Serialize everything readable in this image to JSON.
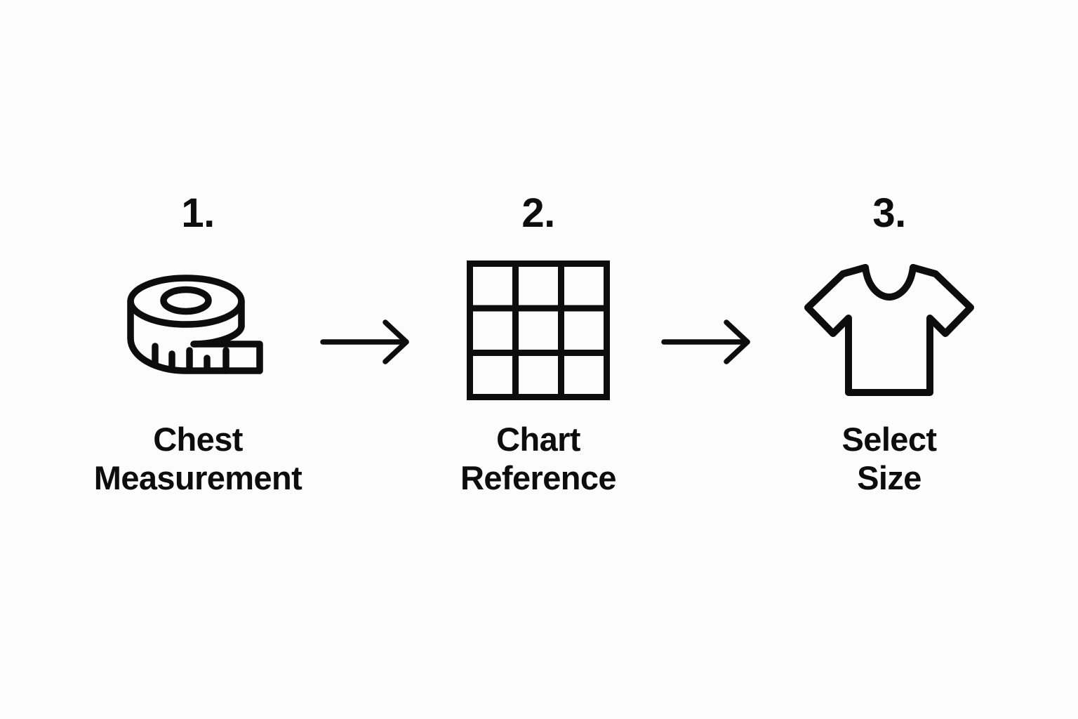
{
  "page": {
    "background_color": "#fcfcfc",
    "ink_color": "#0d0d0d",
    "title": "Sizing Steps Infographic"
  },
  "steps": [
    {
      "number": "1.",
      "icon": "measuring-tape-icon",
      "label": "Chest\nMeasurement",
      "label_line_1": "Chest",
      "label_line_2": "Measurement"
    },
    {
      "number": "2.",
      "icon": "size-chart-grid-icon",
      "label": "Chart\nReference",
      "label_line_1": "Chart",
      "label_line_2": "Reference"
    },
    {
      "number": "3.",
      "icon": "t-shirt-icon",
      "label": "Select\nSize",
      "label_line_1": "Select",
      "label_line_2": "Size"
    }
  ],
  "connectors": [
    {
      "icon": "arrow-right-icon",
      "from": "1.",
      "to": "2."
    },
    {
      "icon": "arrow-right-icon",
      "from": "2.",
      "to": "3."
    }
  ],
  "grid_icon": {
    "rows": 3,
    "columns": 3,
    "cells": 9
  }
}
